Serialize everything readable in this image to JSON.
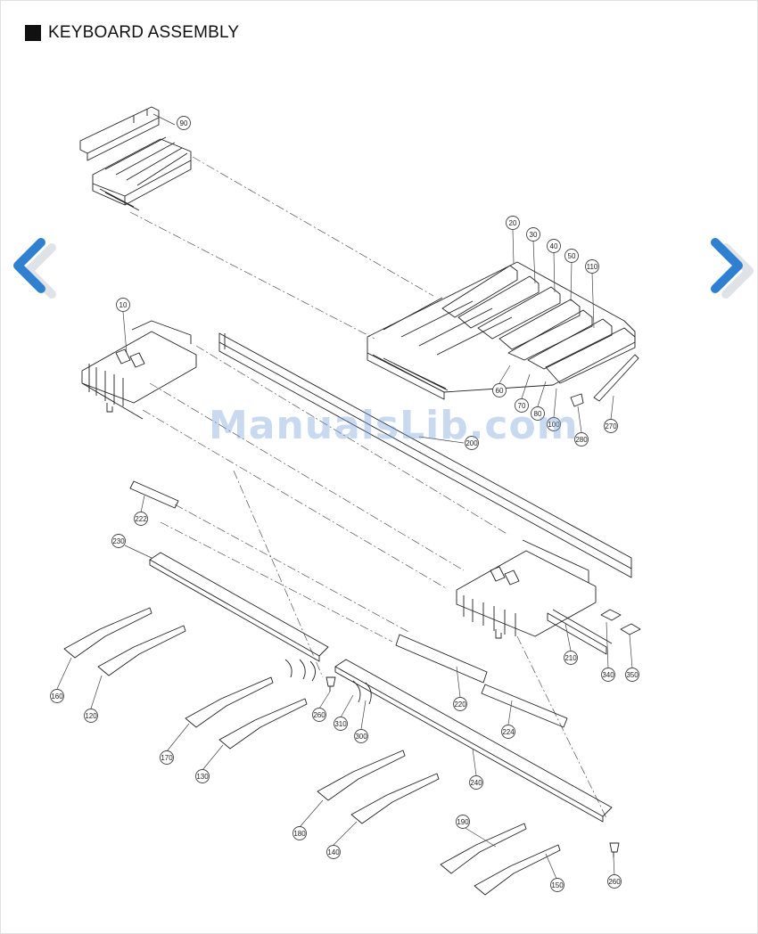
{
  "header": {
    "title": "KEYBOARD ASSEMBLY"
  },
  "nav": {
    "prev_icon": "chevron-left-icon",
    "next_icon": "chevron-right-icon",
    "accent": "#2f80d1"
  },
  "watermark": {
    "text": "ManualsLib.com"
  },
  "callouts": [
    "90",
    "20",
    "30",
    "40",
    "50",
    "110",
    "10",
    "60",
    "70",
    "80",
    "100",
    "270",
    "280",
    "200",
    "222",
    "230",
    "210",
    "340",
    "350",
    "220",
    "224",
    "260",
    "310",
    "300",
    "160",
    "120",
    "170",
    "130",
    "240",
    "180",
    "140",
    "190",
    "150",
    "260"
  ]
}
